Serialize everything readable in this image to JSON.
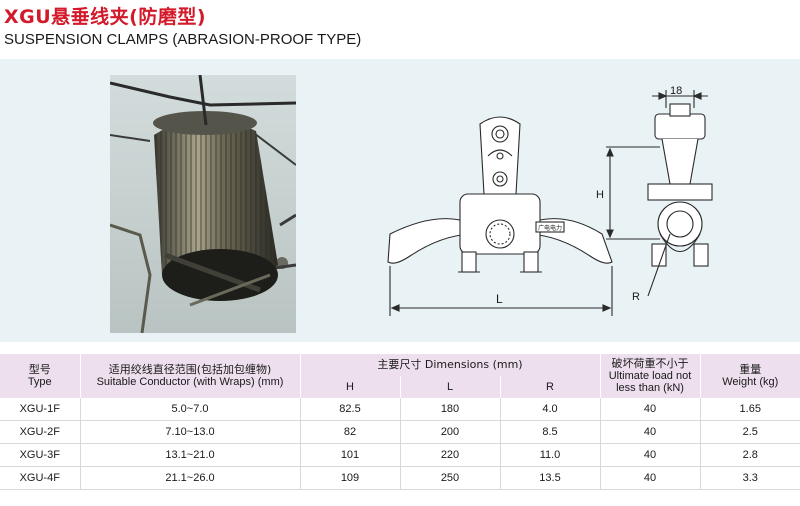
{
  "title": {
    "cn": "XGU悬垂线夹(防磨型)",
    "en": "SUSPENSION CLAMPS (ABRASION-PROOF TYPE)"
  },
  "drawing": {
    "dim_18": "18",
    "dim_H": "H",
    "dim_L": "L",
    "dim_R": "R",
    "plate_text": "广电电力"
  },
  "table": {
    "headers": {
      "type_cn": "型号",
      "type_en": "Type",
      "conductor_cn": "适用绞线直径范围(包括加包缠物)",
      "conductor_en": "Suitable Conductor (with Wraps) (mm)",
      "dimensions": "主要尺寸 Dimensions (mm)",
      "H": "H",
      "L": "L",
      "R": "R",
      "load_cn": "破坏荷重不小于",
      "load_en": "Ultimate load not less than (kN)",
      "weight_cn": "重量",
      "weight_en": "Weight (kg)"
    },
    "rows": [
      {
        "type": "XGU-1F",
        "conductor": "5.0~7.0",
        "H": "82.5",
        "L": "180",
        "R": "4.0",
        "load": "40",
        "weight": "1.65"
      },
      {
        "type": "XGU-2F",
        "conductor": "7.10~13.0",
        "H": "82",
        "L": "200",
        "R": "8.5",
        "load": "40",
        "weight": "2.5"
      },
      {
        "type": "XGU-3F",
        "conductor": "13.1~21.0",
        "H": "101",
        "L": "220",
        "R": "11.0",
        "load": "40",
        "weight": "2.8"
      },
      {
        "type": "XGU-4F",
        "conductor": "21.1~26.0",
        "H": "109",
        "L": "250",
        "R": "13.5",
        "load": "40",
        "weight": "3.3"
      }
    ]
  }
}
